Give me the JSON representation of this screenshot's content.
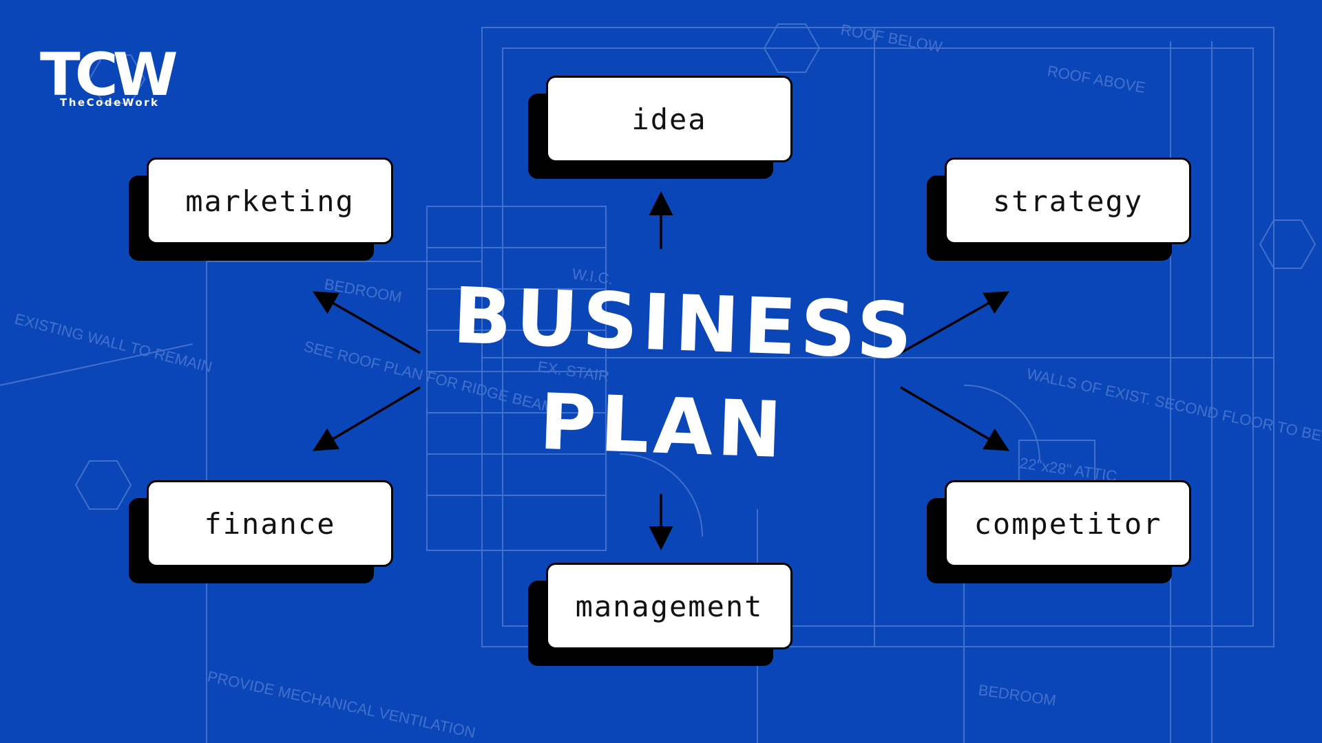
{
  "brand": {
    "logo_mark": "TCW",
    "logo_text": "TheCodeWork"
  },
  "diagram": {
    "title_line1": "BUSINESS",
    "title_line2": "PLAN",
    "nodes": {
      "idea": "idea",
      "marketing": "marketing",
      "strategy": "strategy",
      "finance": "finance",
      "competitor": "competitor",
      "management": "management"
    }
  },
  "blueprint_labels": {
    "bedroom_top": "BEDROOM",
    "bedroom_bottom": "BEDROOM",
    "roof_below": "ROOF BELOW",
    "roof_above": "ROOF ABOVE",
    "provide_mech": "PROVIDE MECHANICAL VENTILATION",
    "see_roof": "SEE ROOF PLAN FOR RIDGE BEAM",
    "walls": "WALLS OF EXIST. SECOND FLOOR TO BE REMOVED",
    "existing_wall": "EXISTING WALL TO REMAIN",
    "attic": "22\"x28\" ATTIC",
    "wic": "W.I.C.",
    "stair": "EX. STAIR"
  },
  "colors": {
    "background": "#0b46b8",
    "box": "#ffffff",
    "shadow": "#000000",
    "text": "#111111",
    "title": "#ffffff"
  }
}
